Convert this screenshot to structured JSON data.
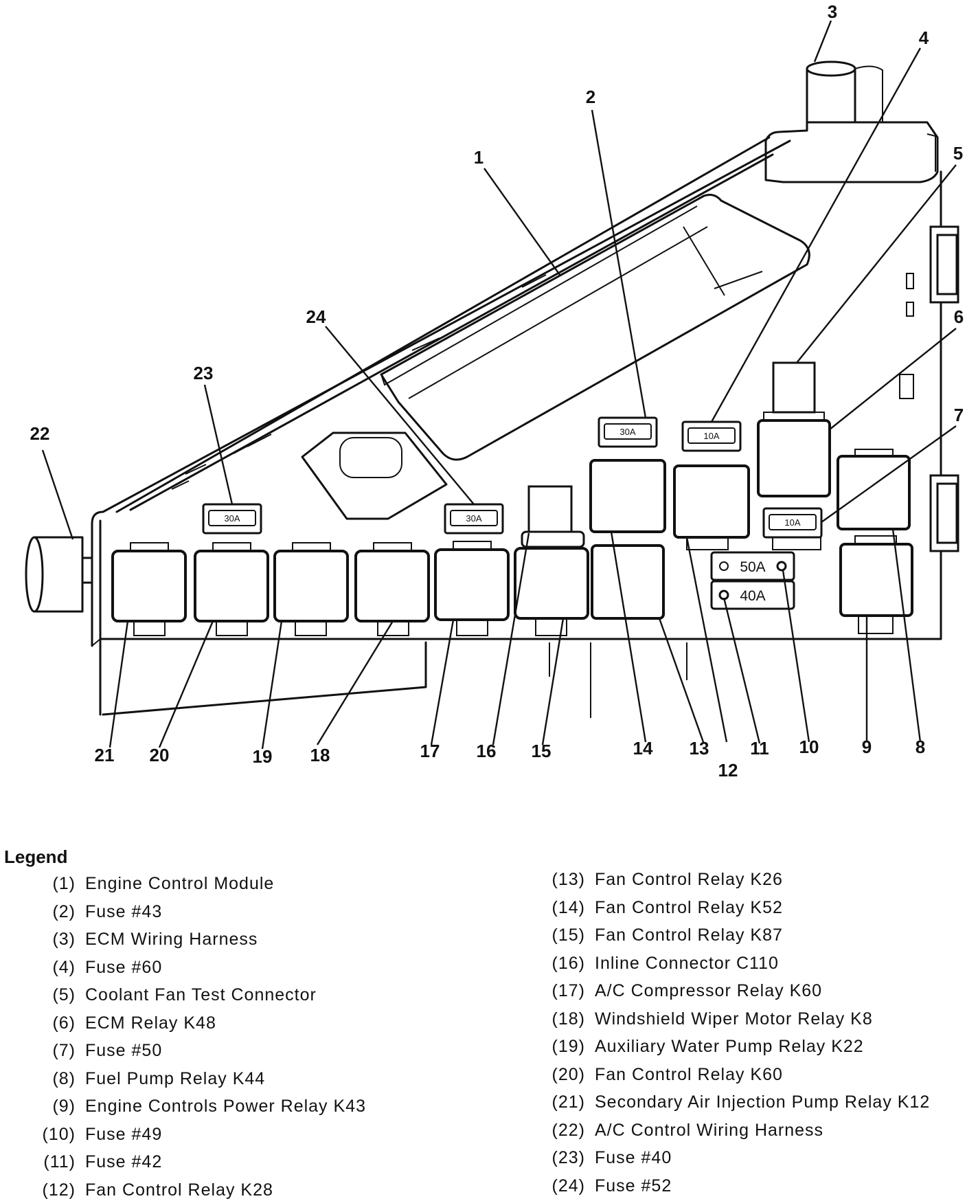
{
  "diagram": {
    "fuse_labels": {
      "f23": "30A",
      "f24": "30A",
      "f2": "30A",
      "f4": "10A",
      "f7": "10A",
      "f10": "50A",
      "f11": "40A"
    },
    "callouts": [
      "1",
      "2",
      "3",
      "4",
      "5",
      "6",
      "7",
      "8",
      "9",
      "10",
      "11",
      "12",
      "13",
      "14",
      "15",
      "16",
      "17",
      "18",
      "19",
      "20",
      "21",
      "22",
      "23",
      "24"
    ]
  },
  "legend": {
    "title": "Legend",
    "left": [
      {
        "num": "(1)",
        "text": "Engine Control Module"
      },
      {
        "num": "(2)",
        "text": "Fuse #43"
      },
      {
        "num": "(3)",
        "text": "ECM Wiring Harness"
      },
      {
        "num": "(4)",
        "text": "Fuse #60"
      },
      {
        "num": "(5)",
        "text": "Coolant Fan Test Connector"
      },
      {
        "num": "(6)",
        "text": "ECM Relay K48"
      },
      {
        "num": "(7)",
        "text": "Fuse #50"
      },
      {
        "num": "(8)",
        "text": "Fuel Pump Relay K44"
      },
      {
        "num": "(9)",
        "text": "Engine Controls Power Relay K43"
      },
      {
        "num": "(10)",
        "text": "Fuse #49"
      },
      {
        "num": "(11)",
        "text": "Fuse #42"
      },
      {
        "num": "(12)",
        "text": "Fan Control Relay K28"
      }
    ],
    "right": [
      {
        "num": "(13)",
        "text": "Fan Control Relay K26"
      },
      {
        "num": "(14)",
        "text": "Fan Control Relay K52"
      },
      {
        "num": "(15)",
        "text": "Fan Control Relay K87"
      },
      {
        "num": "(16)",
        "text": "Inline Connector C110"
      },
      {
        "num": "(17)",
        "text": "A/C Compressor Relay K60"
      },
      {
        "num": "(18)",
        "text": "Windshield Wiper Motor Relay K8"
      },
      {
        "num": "(19)",
        "text": "Auxiliary Water Pump Relay K22"
      },
      {
        "num": "(20)",
        "text": "Fan Control Relay K60"
      },
      {
        "num": "(21)",
        "text": "Secondary Air Injection Pump Relay K12"
      },
      {
        "num": "(22)",
        "text": "A/C Control Wiring Harness"
      },
      {
        "num": "(23)",
        "text": "Fuse #40"
      },
      {
        "num": "(24)",
        "text": "Fuse #52"
      }
    ]
  }
}
